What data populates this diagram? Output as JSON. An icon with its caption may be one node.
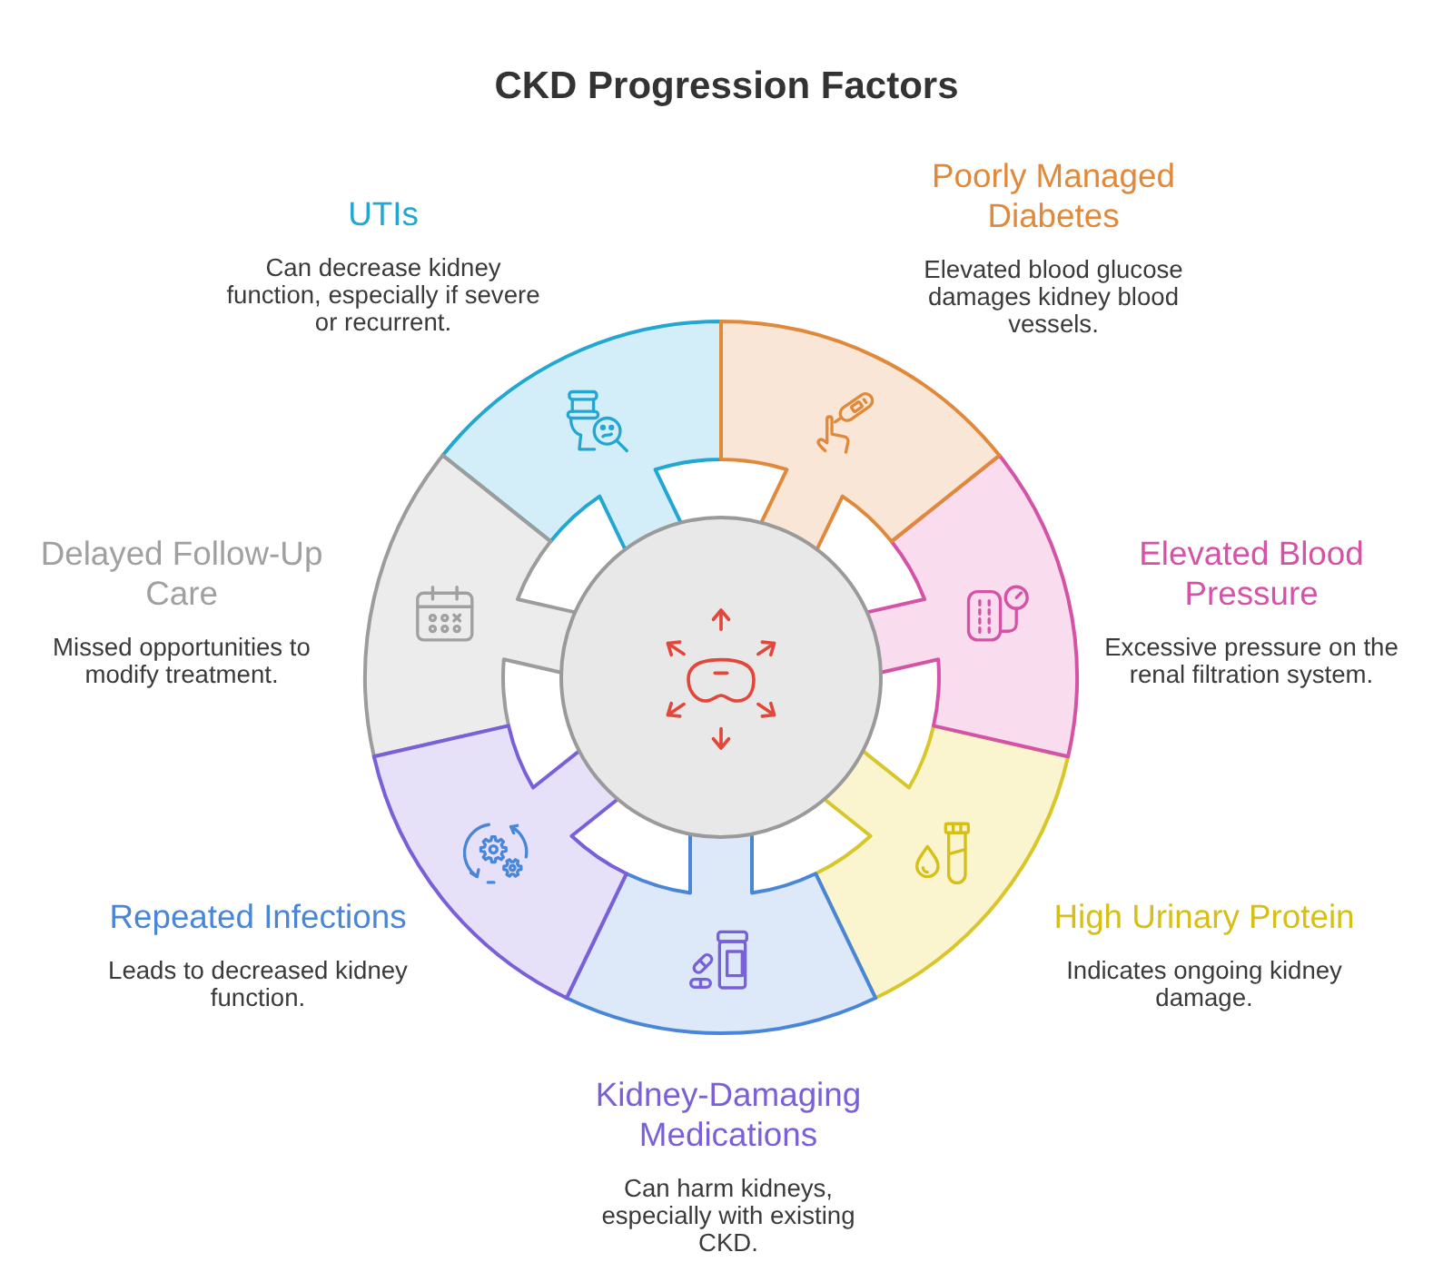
{
  "diagram": {
    "title": "CKD Progression Factors",
    "nodes": [
      {
        "text": [
          "UTIs",
          "Can decrease kidney function, especially if severe or recurrent."
        ]
      },
      {
        "text": [
          "Poorly Managed Diabetes",
          "Elevated blood glucose damages kidney blood vessels."
        ]
      },
      {
        "text": [
          "Delayed Follow-Up Care",
          "Missed opportunities to modify treatment."
        ]
      },
      {
        "text": [
          "Elevated Blood Pressure",
          "Excessive pressure on the renal filtration system."
        ]
      },
      {
        "text": [
          "Repeated Infections",
          "Leads to decreased kidney function."
        ]
      },
      {
        "text": [
          "High Urinary Protein",
          "Indicates ongoing kidney damage."
        ]
      },
      {
        "text": [
          "Kidney-Damaging Medications",
          "Can harm kidneys, especially with existing CKD."
        ]
      }
    ]
  }
}
